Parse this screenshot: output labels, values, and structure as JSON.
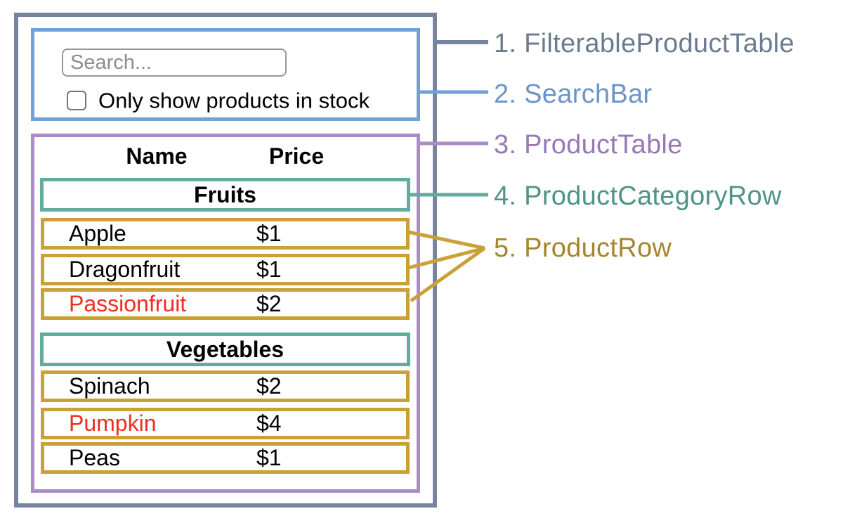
{
  "search": {
    "placeholder": "Search...",
    "checkbox_label": "Only show products in stock",
    "checkbox_checked": false
  },
  "table": {
    "columns": [
      "Name",
      "Price"
    ],
    "sections": [
      {
        "category": "Fruits",
        "rows": [
          {
            "name": "Apple",
            "price": "$1",
            "name_color": "#000000"
          },
          {
            "name": "Dragonfruit",
            "price": "$1",
            "name_color": "#000000"
          },
          {
            "name": "Passionfruit",
            "price": "$2",
            "name_color": "#ee2e20"
          }
        ]
      },
      {
        "category": "Vegetables",
        "rows": [
          {
            "name": "Spinach",
            "price": "$2",
            "name_color": "#000000"
          },
          {
            "name": "Pumpkin",
            "price": "$4",
            "name_color": "#ee2e20"
          },
          {
            "name": "Peas",
            "price": "$1",
            "name_color": "#000000"
          }
        ]
      }
    ]
  },
  "legend": {
    "items": [
      {
        "label": "1. FilterableProductTable",
        "color": "#6b7b90"
      },
      {
        "label": "2. SearchBar",
        "color": "#6a94c9"
      },
      {
        "label": "3. ProductTable",
        "color": "#9778b5"
      },
      {
        "label": "4. ProductCategoryRow",
        "color": "#4f9486"
      },
      {
        "label": "5. ProductRow",
        "color": "#a5862f"
      }
    ]
  },
  "colors": {
    "outer_border": "#76849e",
    "search_bar_border": "#74a0d6",
    "product_table_border": "#ab8cc8",
    "category_row_border": "#62ab9d",
    "product_row_border": "#c9a138",
    "out_of_stock_text": "#ee2e20"
  }
}
